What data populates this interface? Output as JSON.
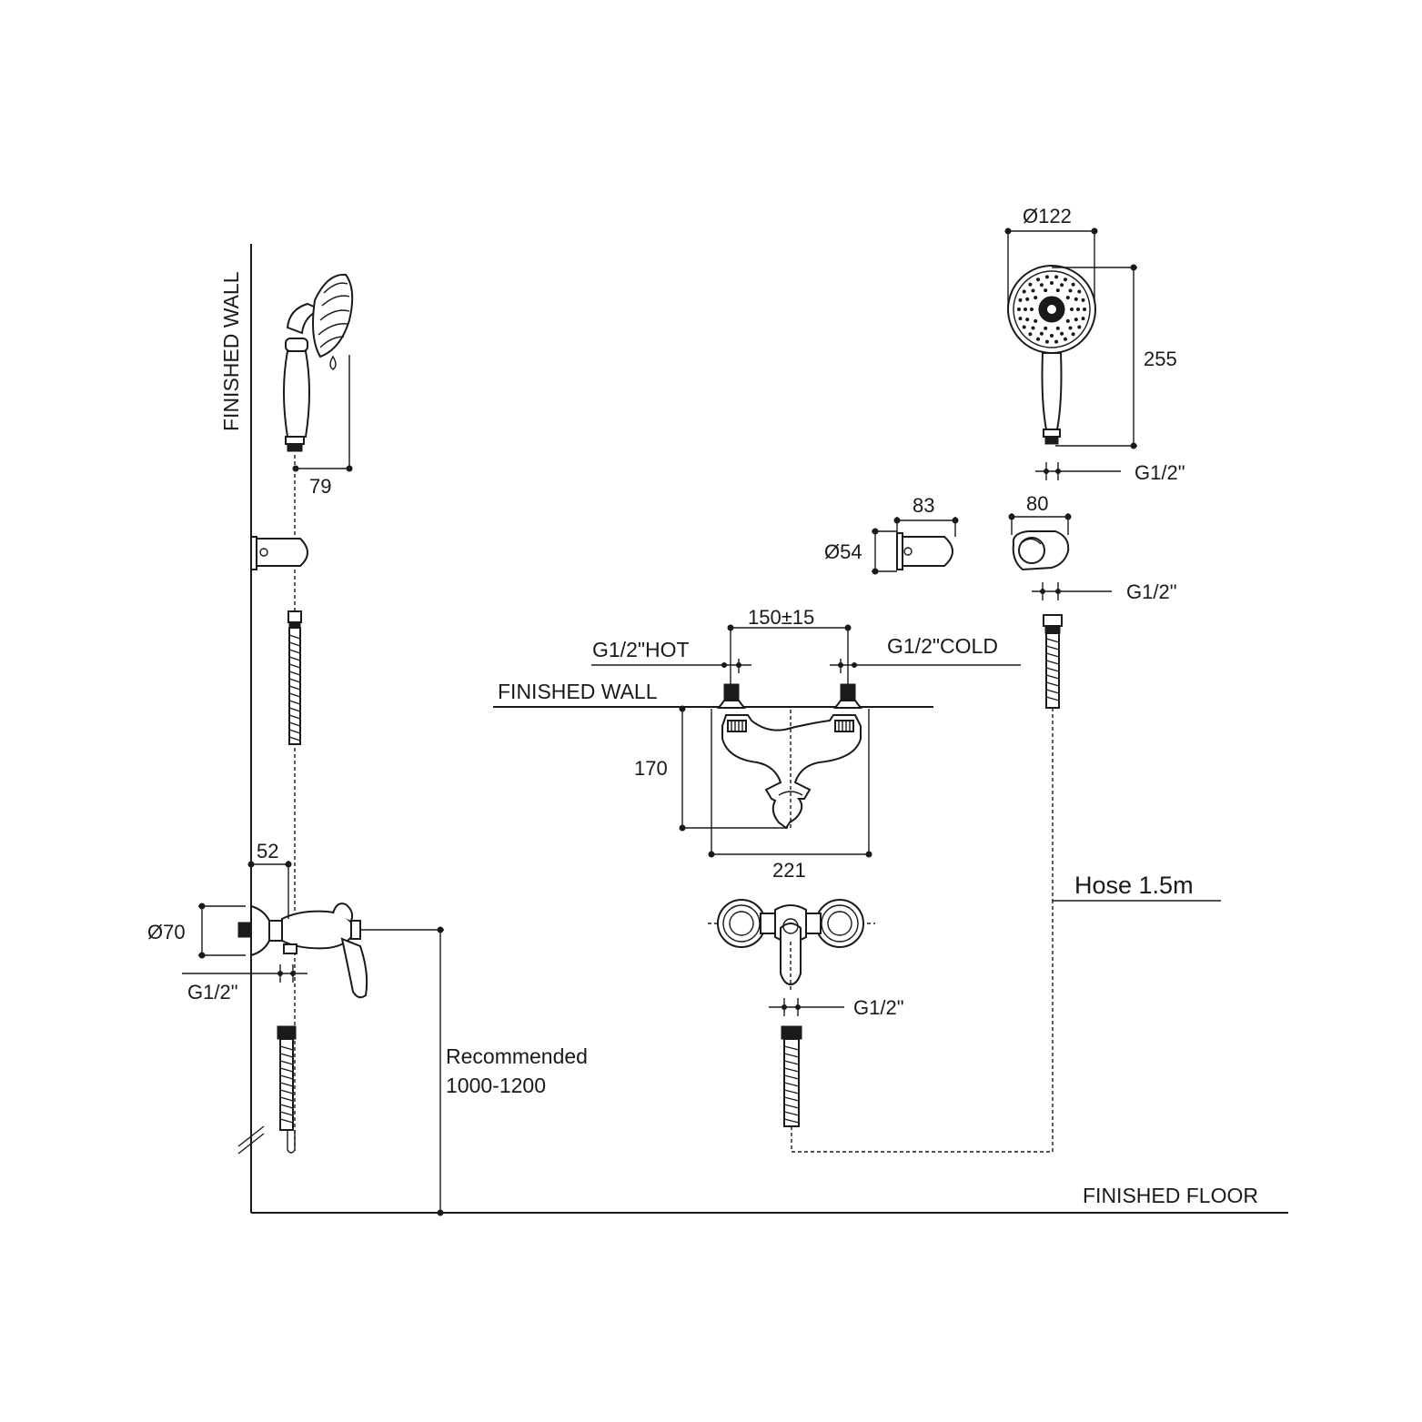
{
  "labels": {
    "finished_wall_vertical": "FINISHED WALL",
    "finished_wall_horizontal": "FINISHED WALL",
    "finished_floor": "FINISHED FLOOR",
    "hose_length": "Hose 1.5m",
    "recommended_line1": "Recommended",
    "recommended_line2": "1000-1200",
    "hot_inlet": "G1/2\"HOT",
    "cold_inlet": "G1/2\"COLD"
  },
  "dimensions": {
    "handshower_offset": "79",
    "mixer_projection": "52",
    "escutcheon_diameter": "Ø70",
    "mixer_outlet_thread": "G1/2\"",
    "handshower_diameter": "Ø122",
    "handshower_length": "255",
    "handshower_thread": "G1/2\"",
    "wall_outlet_length": "83",
    "wall_outlet_diameter": "Ø54",
    "holder_width": "80",
    "holder_thread": "G1/2\"",
    "inlet_centres": "150±15",
    "mixer_depth": "170",
    "mixer_width": "221",
    "front_outlet_thread": "G1/2\""
  }
}
